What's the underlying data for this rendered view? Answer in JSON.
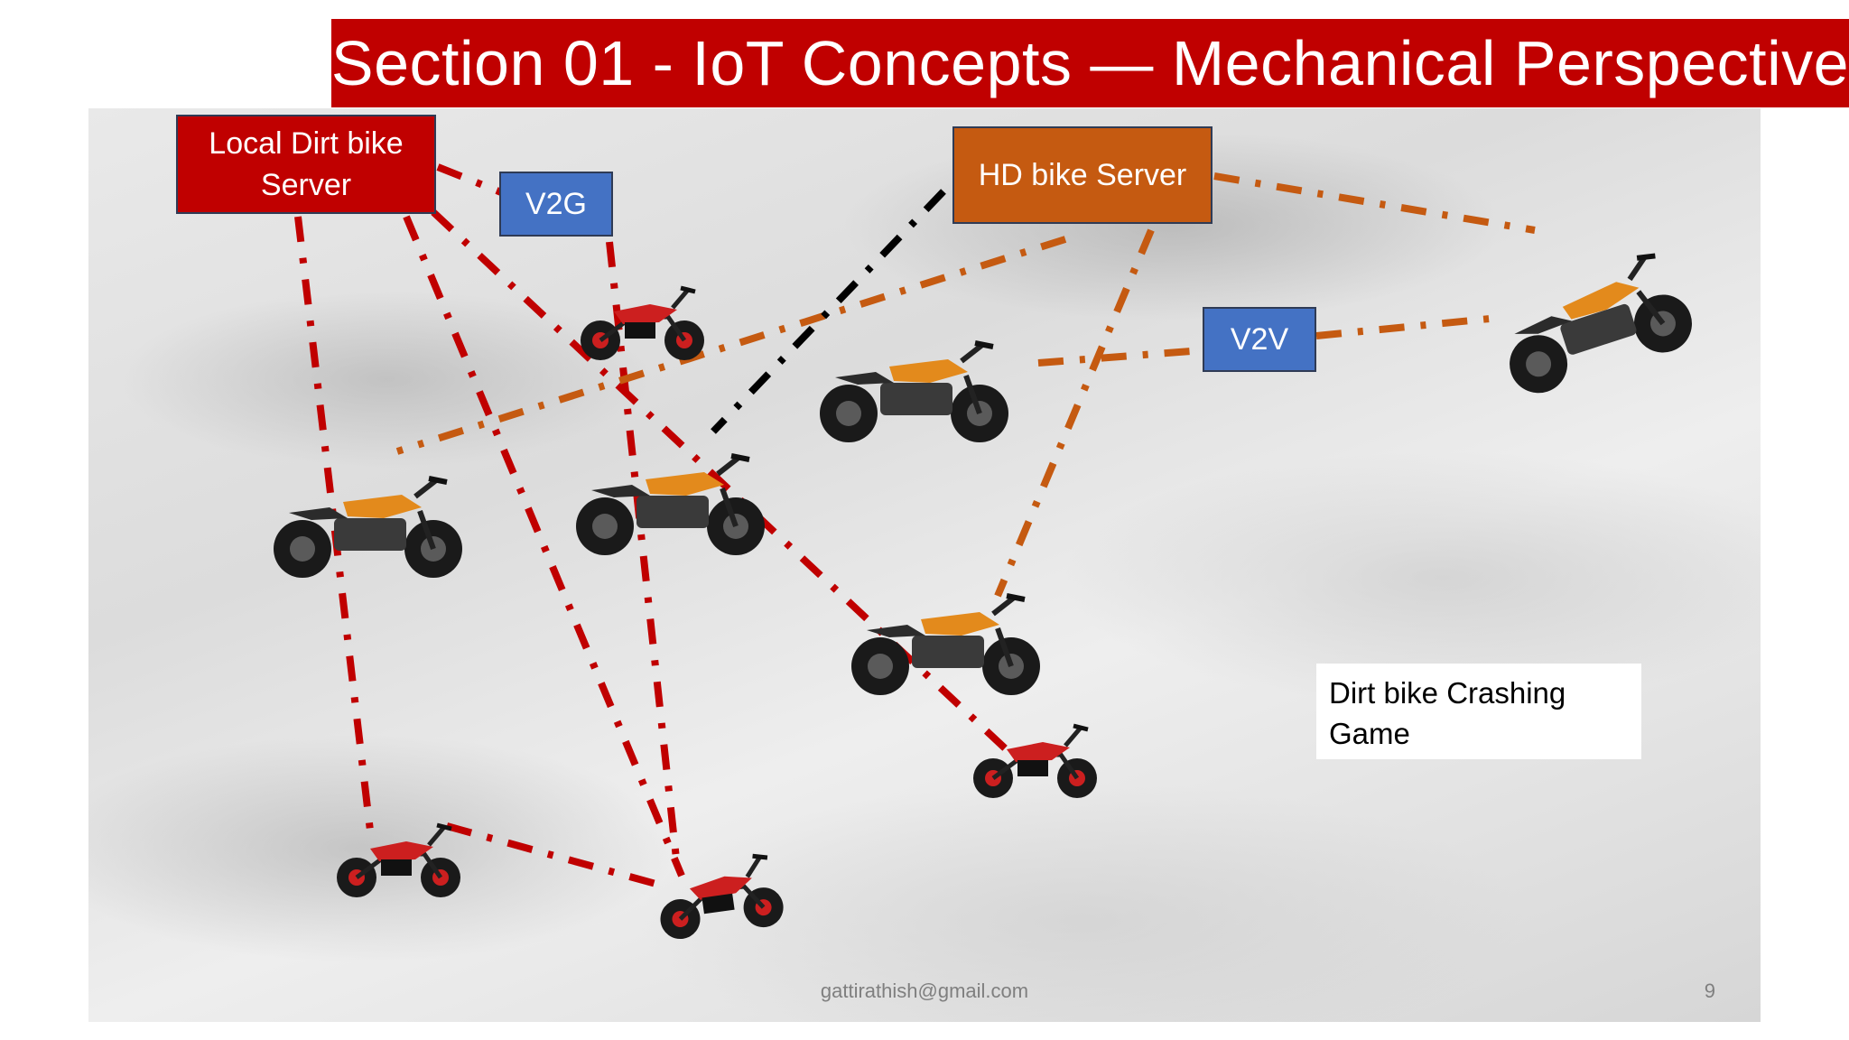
{
  "slide": {
    "title": "Section 01 - IoT Concepts — Mechanical Perspective",
    "footer_email": "gattirathish@gmail.com",
    "page_number": "9"
  },
  "nodes": {
    "local_server": {
      "label": "Local Dirt bike Server"
    },
    "hd_server": {
      "label": "HD bike Server"
    },
    "v2g": {
      "label": "V2G"
    },
    "v2v": {
      "label": "V2V"
    }
  },
  "caption": {
    "text": "Dirt bike Crashing Game"
  },
  "bikes": [
    {
      "type": "dirt-bike",
      "icon": "dirt-bike-icon",
      "color": "#cc1f1f"
    },
    {
      "type": "electric-motorcycle",
      "icon": "electric-motorcycle-icon",
      "color": "#e38a1c"
    },
    {
      "type": "electric-motorcycle",
      "icon": "electric-motorcycle-icon",
      "color": "#e38a1c"
    },
    {
      "type": "electric-motorcycle",
      "icon": "electric-motorcycle-icon",
      "color": "#e38a1c"
    },
    {
      "type": "electric-motorcycle",
      "icon": "electric-motorcycle-icon",
      "color": "#e38a1c"
    },
    {
      "type": "electric-motorcycle",
      "icon": "electric-motorcycle-icon",
      "color": "#e38a1c"
    },
    {
      "type": "dirt-bike",
      "icon": "dirt-bike-icon",
      "color": "#cc1f1f"
    },
    {
      "type": "dirt-bike",
      "icon": "dirt-bike-icon",
      "color": "#cc1f1f"
    },
    {
      "type": "dirt-bike",
      "icon": "dirt-bike-icon",
      "color": "#cc1f1f"
    }
  ],
  "colors": {
    "title_bg": "#c00000",
    "local_server": "#c00000",
    "hd_server": "#c55a11",
    "channel_box": "#4472c4",
    "red_link": "#c00000",
    "orange_link": "#c55a11",
    "black_link": "#000000"
  }
}
